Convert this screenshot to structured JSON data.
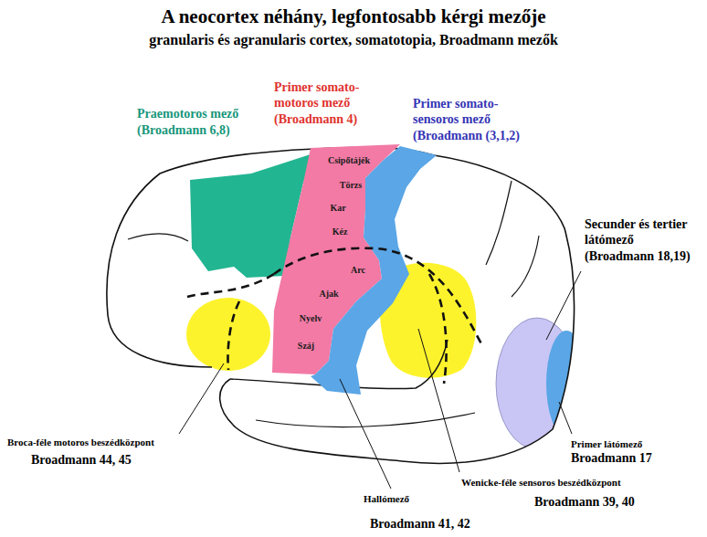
{
  "diagram": {
    "title": "A neocortex néhány, legfontosabb kérgi mezője",
    "nodes": [
      {
        "text": [
          "Praemotoros mező",
          "(Broadmann 6,8)"
        ]
      },
      {
        "text": [
          "Primer somato- motoros mező",
          "(Broadmann 4)",
          "Csipőtájék",
          "Törzs",
          "Kar",
          "Kéz",
          "Arc",
          "Ajak",
          "Nyelv",
          "Száj"
        ]
      },
      {
        "text": [
          "Primer somato- sensoros mező",
          "(Broadmann (3,1,2)"
        ]
      }
    ],
    "labels": [
      "granularis és agranularis cortex, somatotopia, Broadmann mezők",
      "Secunder és tertier látómező",
      "(Broadmann 18,19)",
      "Broca-féle motoros beszédközpont",
      "Broadmann 44, 45",
      "Primer látómező",
      "Broadmann 17",
      "Hallómező",
      "Broadmann 41, 42",
      "Wenicke-féle sensoros beszédközpont",
      "Broadmann 39, 40"
    ]
  }
}
